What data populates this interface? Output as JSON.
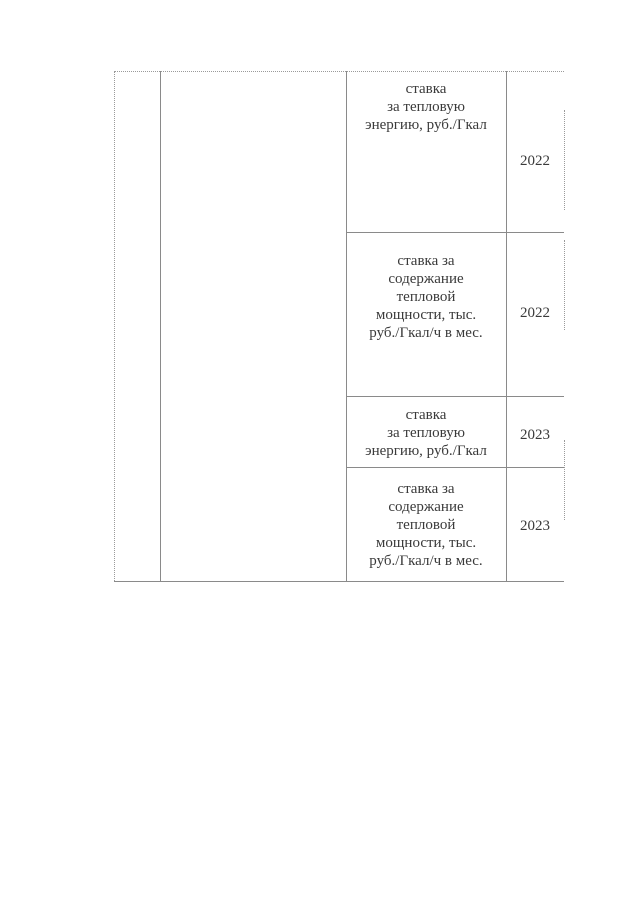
{
  "rows": [
    {
      "label": "ставка\nза тепловую\nэнергию, руб./Гкал",
      "year": "2022"
    },
    {
      "label": "ставка за\nсодержание\nтепловой\nмощности, тыс.\nруб./Гкал/ч в мес.",
      "year": "2022"
    },
    {
      "label": "ставка\nза тепловую\nэнергию, руб./Гкал",
      "year": "2023"
    },
    {
      "label": "ставка за\nсодержание\nтепловой\nмощности, тыс.\nруб./Гкал/ч в мес.",
      "year": "2023"
    }
  ]
}
